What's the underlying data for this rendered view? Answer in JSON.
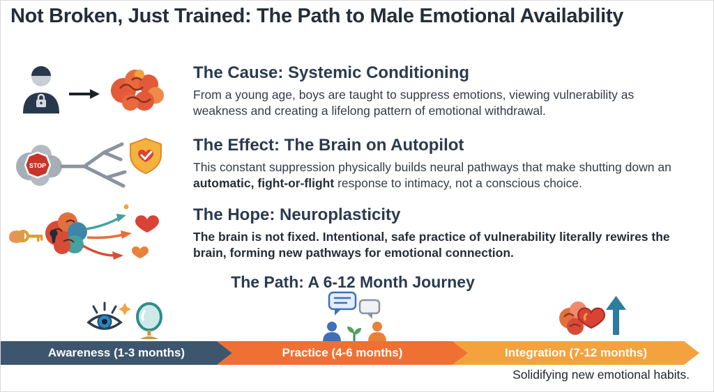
{
  "title": "Not Broken, Just Trained: The Path to Male Emotional Availability",
  "sections": [
    {
      "heading": "The Cause: Systemic Conditioning",
      "body": "From a young age, boys are taught to suppress emotions, viewing vulnerability as weakness and creating a lifelong pattern of emotional withdrawal.",
      "icon": "boy-lock-to-brain-icon"
    },
    {
      "heading": "The Effect: The Brain on Autopilot",
      "body_prefix": "This constant suppression physically builds neural pathways that make shutting down an ",
      "body_bold": "automatic, fight-or-flight",
      "body_suffix": " response to intimacy, not a conscious choice.",
      "stop_sign_text": "STOP",
      "icon": "brain-stop-shield-icon"
    },
    {
      "heading": "The Hope: Neuroplasticity",
      "body": "The brain is not fixed. Intentional, safe practice of vulnerability literally rewires the brain, forming new pathways for emotional connection.",
      "icon": "key-unlock-brain-icon"
    }
  ],
  "path": {
    "heading": "The Path: A 6-12 Month Journey",
    "phases": [
      {
        "label": "Awareness (1-3 months)",
        "color": "#3d566e",
        "icon": "eye-mirror-icon"
      },
      {
        "label": "Practice (4-6 months)",
        "color": "#ee7133",
        "icon": "conversation-growth-icon"
      },
      {
        "label": "Integration (7-12 months)",
        "color": "#f3a23e",
        "icon": "brain-heart-growth-icon"
      }
    ],
    "footnote": "Solidifying new emotional habits."
  },
  "colors": {
    "title_text": "#242e3a",
    "heading_text": "#2b3b4e",
    "body_text": "#343b46",
    "phase_awareness": "#3d566e",
    "phase_practice": "#ee7133",
    "phase_integration": "#f3a23e",
    "background": "#ffffff"
  }
}
